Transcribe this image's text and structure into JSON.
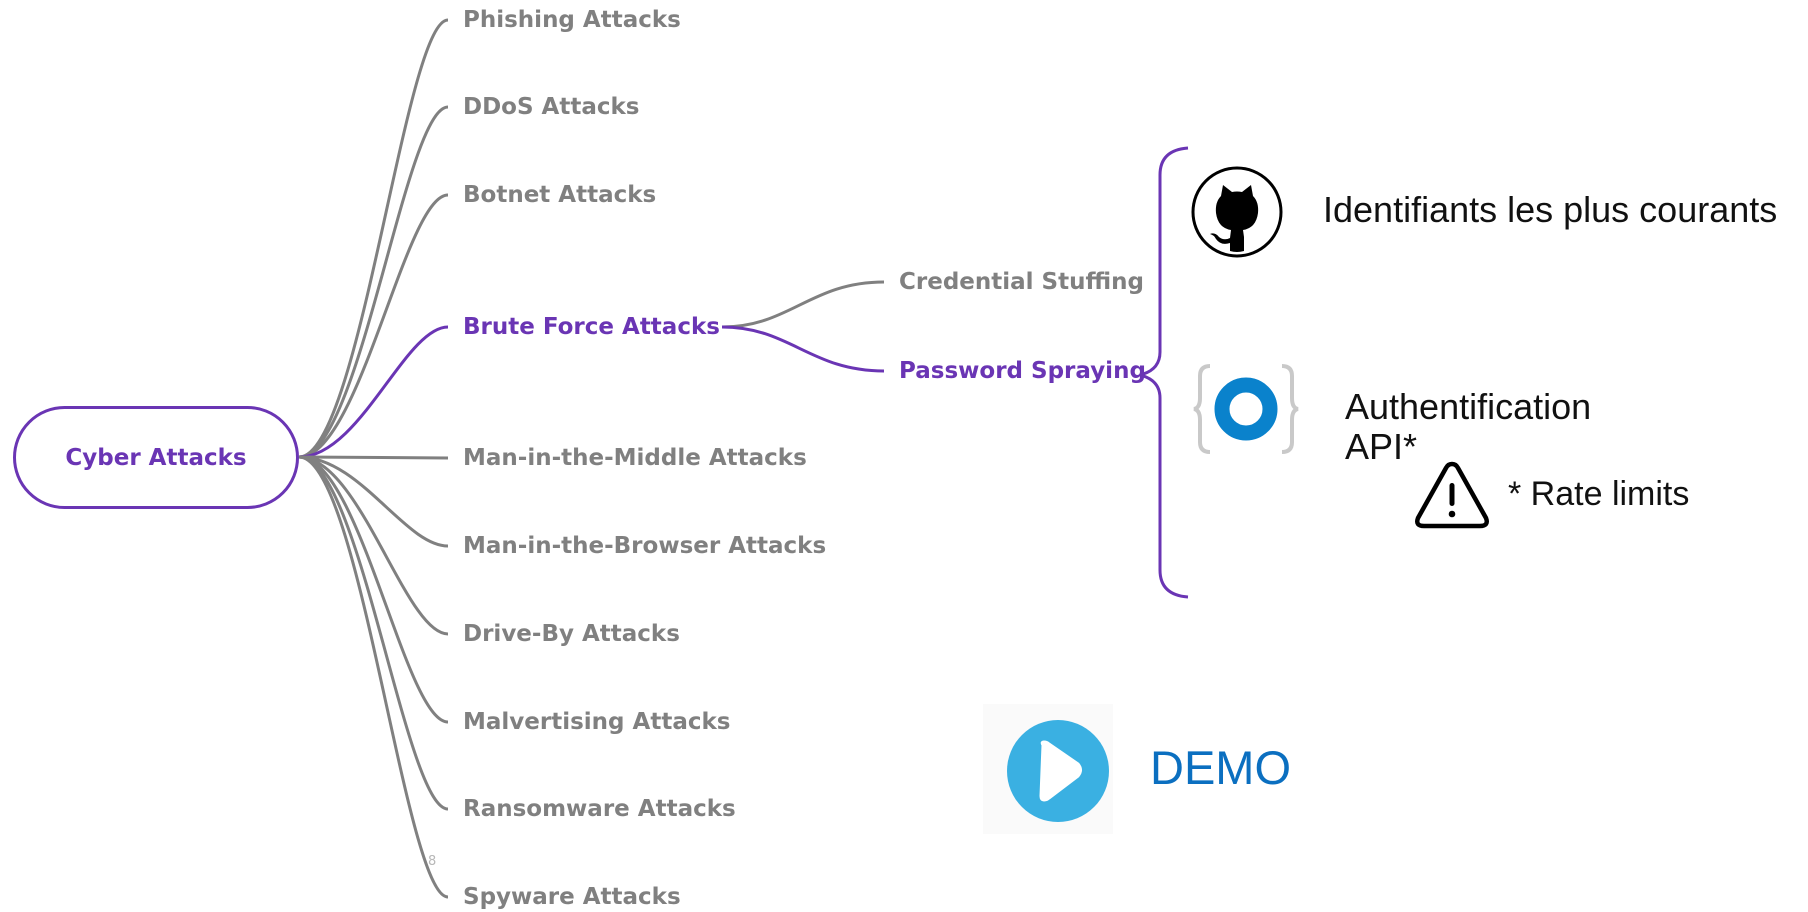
{
  "mindmap": {
    "root": {
      "label": "Cyber Attacks"
    },
    "branches": [
      {
        "label": "Phishing Attacks",
        "active": false
      },
      {
        "label": "DDoS Attacks",
        "active": false
      },
      {
        "label": "Botnet Attacks",
        "active": false
      },
      {
        "label": "Brute Force Attacks",
        "active": true
      },
      {
        "label": "Man-in-the-Middle Attacks",
        "active": false
      },
      {
        "label": "Man-in-the-Browser Attacks",
        "active": false
      },
      {
        "label": "Drive-By Attacks",
        "active": false
      },
      {
        "label": "Malvertising Attacks",
        "active": false
      },
      {
        "label": "Ransomware Attacks",
        "active": false
      },
      {
        "label": "Spyware Attacks",
        "active": false
      }
    ],
    "sub_branches": [
      {
        "label": "Credential Stuffing",
        "active": false
      },
      {
        "label": "Password Spraying",
        "active": true
      }
    ]
  },
  "details": {
    "github_text": "Identifiants les plus courants",
    "api_text_line1": "Authentification",
    "api_text_line2": "API*",
    "rate_limit_text": "* Rate limits"
  },
  "icons": {
    "github": "github-icon",
    "api": "api-icon",
    "warning": "warning-icon",
    "play": "play-icon"
  },
  "demo": {
    "label": "DEMO"
  },
  "page_number": "8",
  "colors": {
    "accent": "#6a35b4",
    "branch_line": "#808080",
    "branch_text": "#808080",
    "demo_text": "#0b6fc0",
    "play_button": "#3ab0e2",
    "api_blue": "#0a82cc"
  }
}
